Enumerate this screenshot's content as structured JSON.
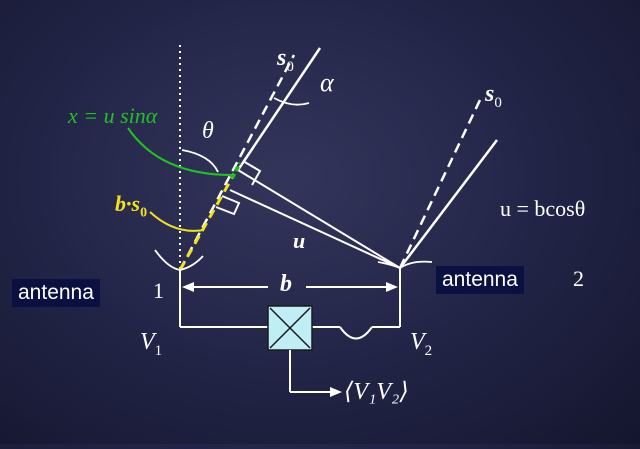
{
  "labels": {
    "s0_left": "s",
    "s0_left_sub": "0",
    "s0_right": "s",
    "s0_right_sub": "0",
    "alpha": "α",
    "theta": "θ",
    "x_eq": "x = u sinα",
    "b_dot_s0": "b·s",
    "b_dot_s0_sub": "0",
    "u_eq": "u = bcosθ",
    "u": "u",
    "b": "b",
    "antenna1_text": "antenna",
    "antenna1_num": "1",
    "antenna2_text": "antenna",
    "antenna2_num": "2",
    "v1": "V",
    "v1_sub": "1",
    "v2": "V",
    "v2_sub": "2",
    "correlator_out": "⟨V₁V₂⟩"
  },
  "colors": {
    "background": "#24264a",
    "line": "#ffffff",
    "green": "#1fc21f",
    "yellow": "#f2e21a",
    "correlator_fill": "#bfeff5"
  }
}
